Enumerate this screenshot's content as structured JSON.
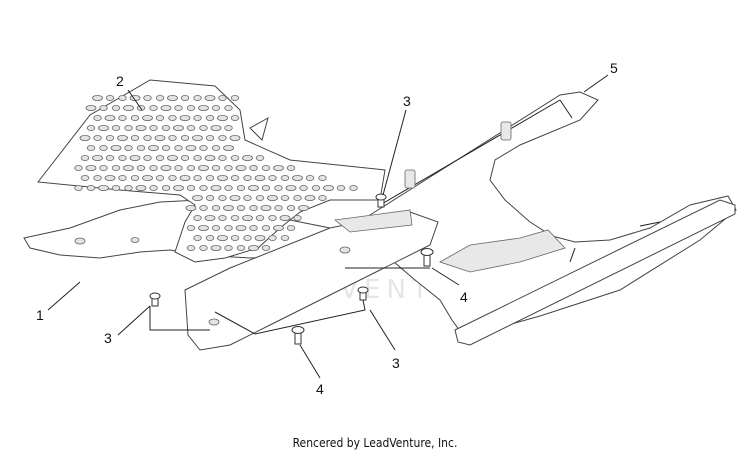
{
  "diagram": {
    "watermark": "LEADVENTURE",
    "callouts": [
      {
        "id": "c1",
        "label": "1"
      },
      {
        "id": "c2",
        "label": "2"
      },
      {
        "id": "c3a",
        "label": "3"
      },
      {
        "id": "c3b",
        "label": "3"
      },
      {
        "id": "c3c",
        "label": "3"
      },
      {
        "id": "c4a",
        "label": "4"
      },
      {
        "id": "c4b",
        "label": "4"
      },
      {
        "id": "c5",
        "label": "5"
      }
    ]
  },
  "footer": {
    "text": "Rencered by LeadVenture, Inc."
  }
}
